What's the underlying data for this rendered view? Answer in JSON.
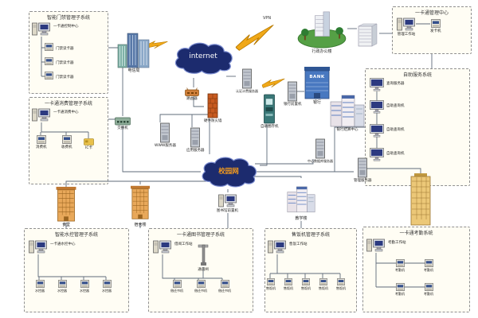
{
  "clouds": {
    "internet": "internet",
    "campus": "校园网"
  },
  "links": {
    "wan": "VPN"
  },
  "center": {
    "telecom": "电信局",
    "admin_building": "行政办公楼",
    "router": "路由器",
    "firewall": "硬件防火墙",
    "www_server": "WWW服务器",
    "app_server": "应用服务器",
    "auth_server": "认证计费服务器",
    "atm": "自助圈存机",
    "bank_sign": "BANK",
    "bank": "银行",
    "bank_front": "银行前置机",
    "settlement": "银行结算中心",
    "center_db": "中心数据库服务器",
    "mgmt_server": "管理服务器",
    "switch": "交换机",
    "canteen": "食堂",
    "dorm": "宿舍楼",
    "teach": "教学楼",
    "library_front": "图书馆前置机"
  },
  "boxes": {
    "access": {
      "title": "智能门禁管理子系统",
      "center": "一卡通控制中心",
      "device": "门禁读卡器"
    },
    "consume": {
      "title": "一卡通消费管理子系统",
      "center": "一卡通消费中心",
      "pos": "消费机",
      "cashier": "收费机",
      "card": "IC卡"
    },
    "mgmt": {
      "title": "一卡通管理中心",
      "ws": "管理工作站",
      "issuer": "发卡机"
    },
    "selfsvc": {
      "title": "自助服务系统",
      "server": "查询服务器",
      "terminal": "自助查询机"
    },
    "water": {
      "title": "智能水控管理子系统",
      "center": "一卡通水控中心",
      "device": "水控器"
    },
    "library": {
      "title": "一卡通图书管理子系统",
      "ws": "借阅工作站",
      "gate": "通道闸",
      "device": "借还书机"
    },
    "canteen": {
      "title": "售饭机管理子系统",
      "ws": "售饭工作站",
      "device": "售饭机"
    },
    "attend": {
      "title": "一卡通考勤系统",
      "ws": "考勤工作站",
      "device": "考勤机"
    }
  }
}
